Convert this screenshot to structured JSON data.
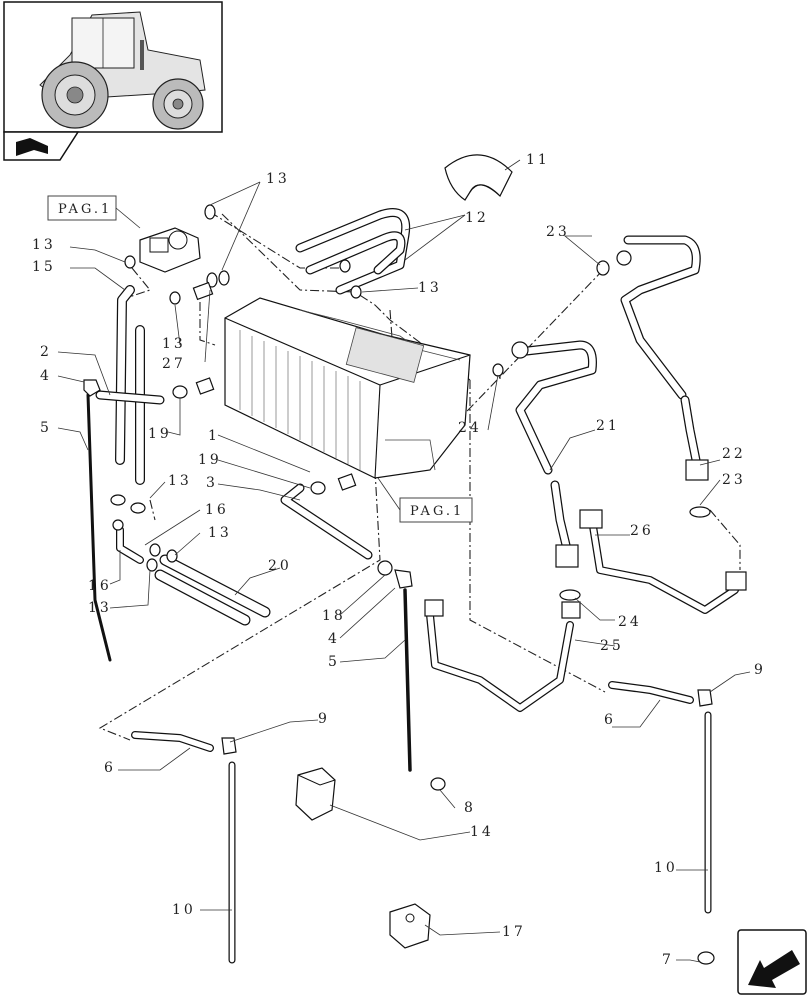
{
  "pag_label": "PAG.1",
  "callouts": {
    "c1": "1",
    "c2": "2",
    "c3": "3",
    "c4a": "4",
    "c4b": "4",
    "c5a": "5",
    "c5b": "5",
    "c6a": "6",
    "c6b": "6",
    "c7": "7",
    "c8": "8",
    "c9a": "9",
    "c9b": "9",
    "c10a": "10",
    "c10b": "10",
    "c11": "11",
    "c12": "12",
    "c13a": "13",
    "c13b": "13",
    "c13c": "13",
    "c13d": "13",
    "c13e": "13",
    "c13f": "13",
    "c13g": "13",
    "c14": "14",
    "c15": "15",
    "c16a": "16",
    "c16b": "16",
    "c17": "17",
    "c18": "18",
    "c19a": "19",
    "c19b": "19",
    "c20": "20",
    "c21": "21",
    "c22": "22",
    "c23a": "23",
    "c23b": "23",
    "c24a": "24",
    "c24b": "24",
    "c25": "25",
    "c26": "26",
    "c27": "27"
  }
}
